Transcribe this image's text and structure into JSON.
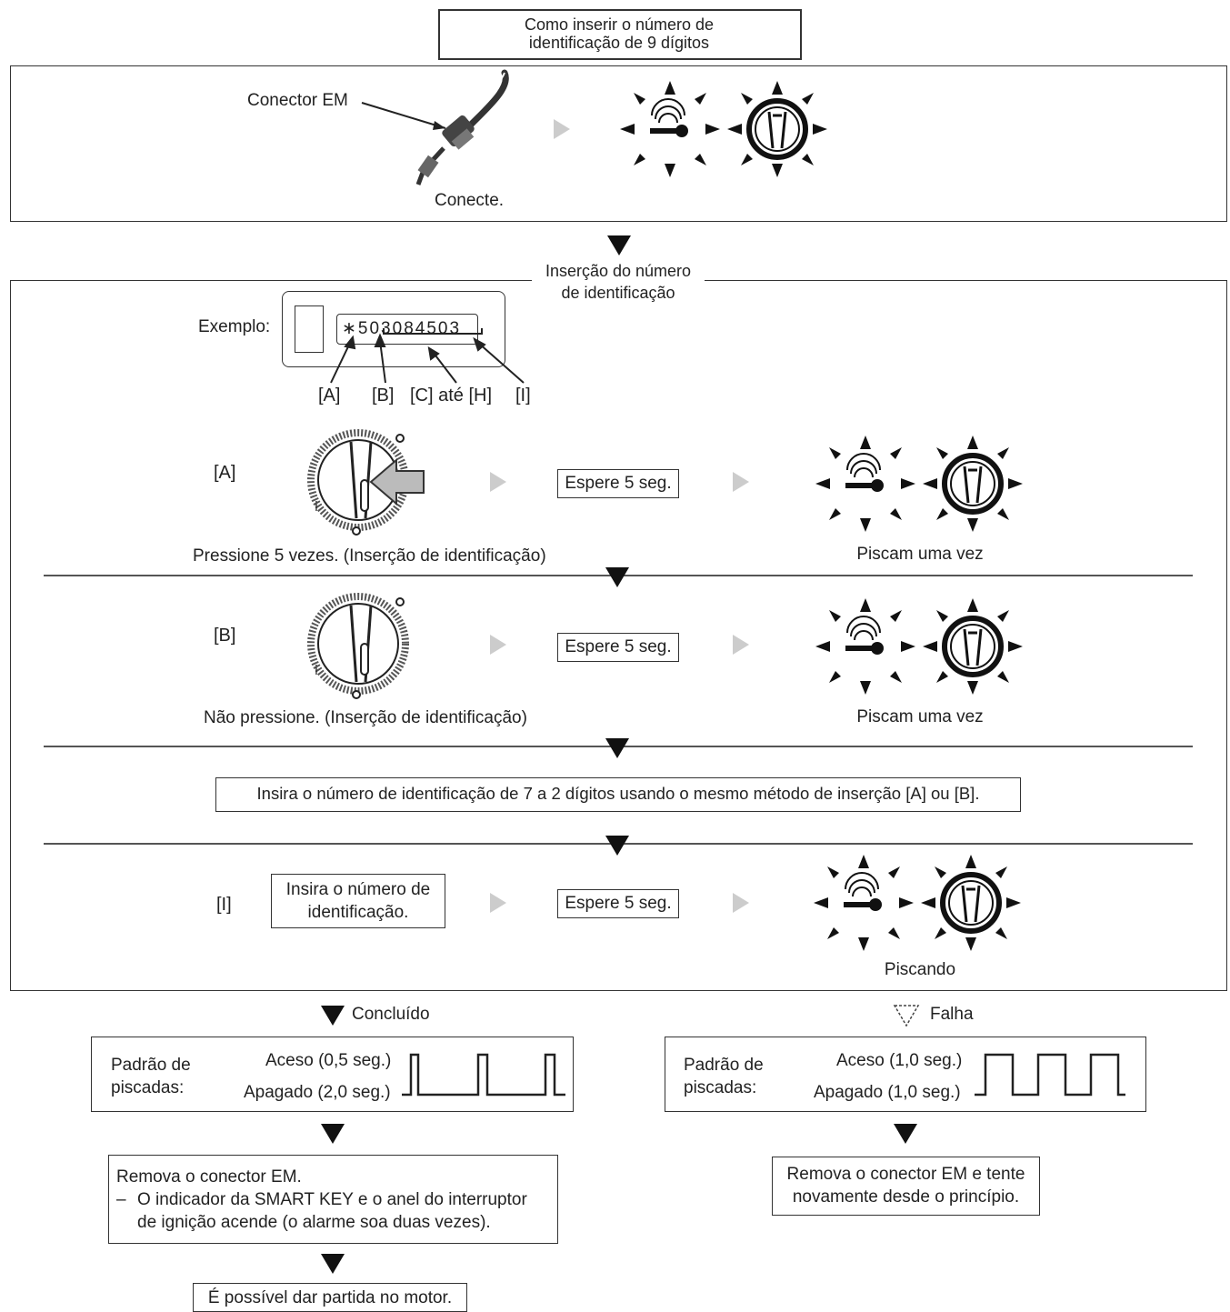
{
  "title_line1": "Como inserir o número de",
  "title_line2": "identificação de 9 dígitos",
  "connect": {
    "connector_label": "Conector EM",
    "connect_label": "Conecte."
  },
  "insertion_header_line1": "Inserção do número",
  "insertion_header_line2": "de identificação",
  "example": {
    "label": "Exemplo:",
    "code": "∗503084503",
    "marker_a": "[A]",
    "marker_b": "[B]",
    "marker_ch": "[C] até [H]",
    "marker_i": "[I]"
  },
  "step_a": {
    "label": "[A]",
    "wait": "Espere 5 seg.",
    "action": "Pressione 5 vezes. (Inserção de identificação)",
    "result": "Piscam uma vez"
  },
  "step_b": {
    "label": "[B]",
    "wait": "Espere 5 seg.",
    "action": "Não pressione. (Inserção de identificação)",
    "result": "Piscam uma vez"
  },
  "repeat_note": "Insira o número de identificação de 7 a 2 dígitos usando o mesmo método de inserção [A] ou [B].",
  "step_i": {
    "label": "[I]",
    "insert_line1": "Insira o número de",
    "insert_line2": "identificação.",
    "wait": "Espere 5 seg.",
    "result": "Piscando"
  },
  "success": {
    "label": "Concluído",
    "pattern_line1": "Padrão de",
    "pattern_line2": "piscadas:",
    "on": "Aceso (0,5 seg.)",
    "off": "Apagado (2,0 seg.)",
    "remove_line1": "Remova o conector EM.",
    "remove_dash": "–",
    "remove_line2": "O indicador da SMART KEY e o anel do interruptor",
    "remove_line3": "de ignição acende (o alarme soa duas vezes).",
    "final": "É possível dar partida no motor."
  },
  "failure": {
    "label": "Falha",
    "pattern_line1": "Padrão de",
    "pattern_line2": "piscadas:",
    "on": "Aceso (1,0 seg.)",
    "off": "Apagado (1,0 seg.)",
    "remove_line1": "Remova o conector EM e tente",
    "remove_line2": "novamente desde o princípio."
  },
  "icons": [
    "smart-key-indicator-icon",
    "ignition-ring-icon",
    "knob-icon",
    "press-arrow-icon",
    "em-connector-icon"
  ]
}
